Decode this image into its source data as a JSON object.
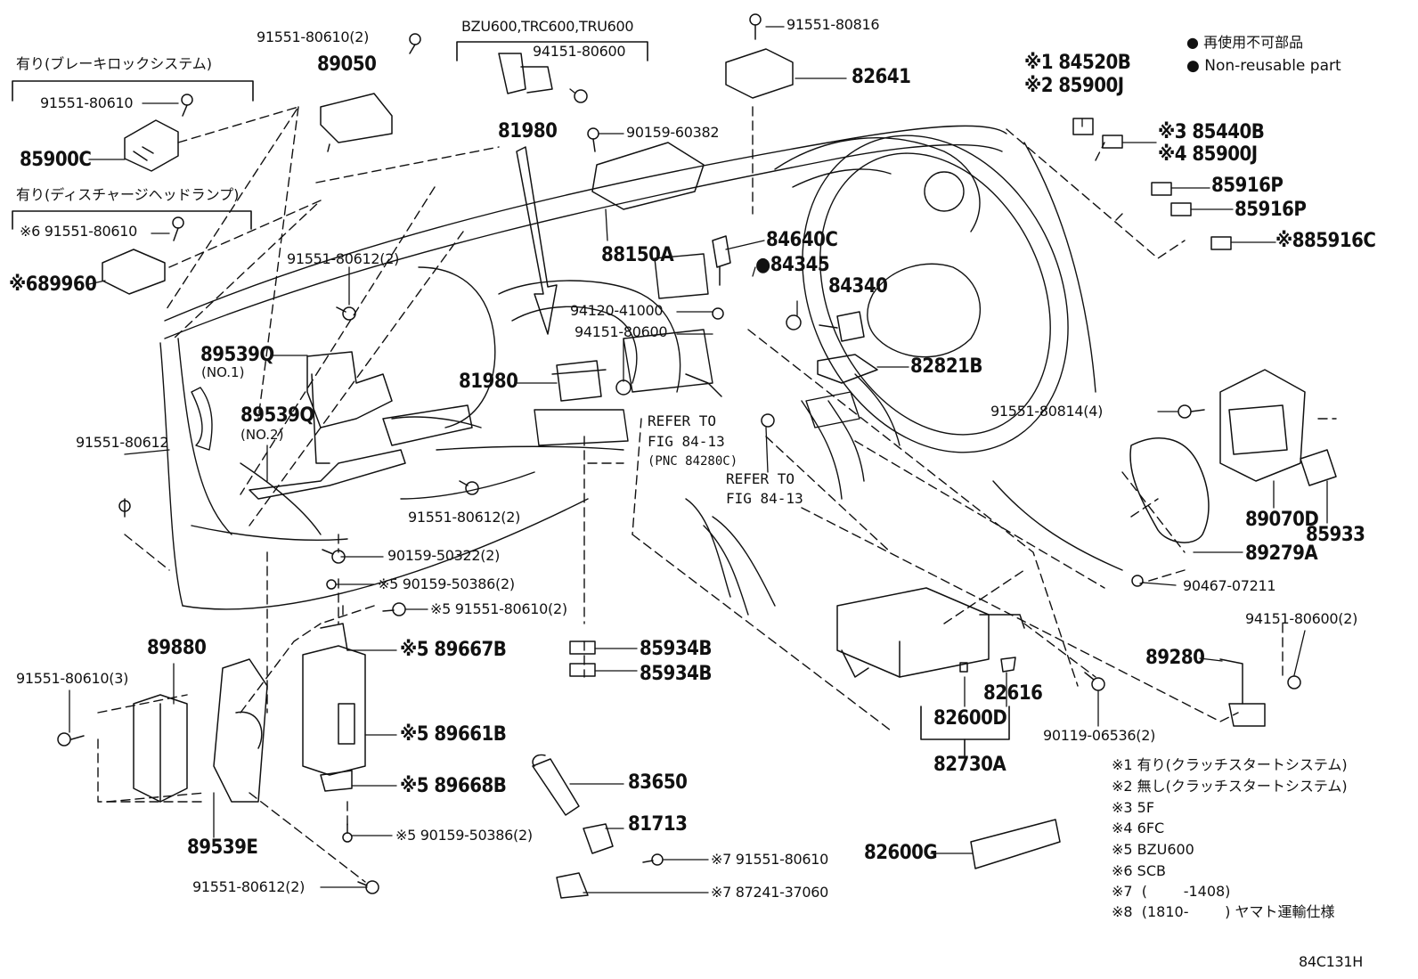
{
  "legend": {
    "bullet": "●",
    "line1": "再使用不可部品",
    "line2": "Non-reusable part"
  },
  "groups": {
    "brake_lock": "有り(ブレーキロックシステム)",
    "discharge": "有り(ディスチャージヘッドランプ)",
    "bzu": "BZU600,TRC600,TRU600"
  },
  "refs": {
    "ref1_l1": "REFER TO",
    "ref1_l2": "FIG 84-13",
    "ref1_l3": "(PNC 84280C)",
    "ref2_l1": "REFER TO",
    "ref2_l2": "FIG 84-13"
  },
  "parts": {
    "p91551_80610_2_top": "91551-80610(2)",
    "p89050": "89050",
    "p91551_80610_a": "91551-80610",
    "p85900C": "85900C",
    "p6_91551_80610": "※6 91551-80610",
    "p6_89960": "※689960",
    "p94151_80600_a": "94151-80600",
    "p81980_a": "81980",
    "p91551_80816": "91551-80816",
    "p82641": "82641",
    "p90159_60382": "90159-60382",
    "p88150A": "88150A",
    "p91551_80612_2_a": "91551-80612(2)",
    "p89539Q_1": "89539Q",
    "no1": "(NO.1)",
    "p89539Q_2": "89539Q",
    "no2": "(NO.2)",
    "p91551_80612": "91551-80612",
    "p84640C": "84640C",
    "p84345": "●84345",
    "p84340": "84340",
    "p94120_41000": "94120-41000",
    "p94151_80600_b": "94151-80600",
    "p81980_b": "81980",
    "p82821B": "82821B",
    "p91551_80612_2_b": "91551-80612(2)",
    "p90159_50322_2": "90159-50322(2)",
    "p5_90159_50386_a": "※5 90159-50386(2)",
    "p5_91551_80610_2": "※5 91551-80610(2)",
    "p5_89667B": "※5 89667B",
    "p89880": "89880",
    "p91551_80610_3": "91551-80610(3)",
    "p5_89661B": "※5 89661B",
    "p5_89668B": "※5 89668B",
    "p5_90159_50386_b": "※5 90159-50386(2)",
    "p89539E": "89539E",
    "p91551_80612_2_c": "91551-80612(2)",
    "p85934B_a": "85934B",
    "p85934B_b": "85934B",
    "p83650": "83650",
    "p81713": "81713",
    "p7_91551_80610": "※7 91551-80610",
    "p7_87241_37060": "※7 87241-37060",
    "p82600G": "82600G",
    "p82616": "82616",
    "p82600D": "82600D",
    "p82730A": "82730A",
    "p90119_06536_2": "90119-06536(2)",
    "p1_84520B": "※1 84520B",
    "p2_85900J": "※2 85900J",
    "p3_85440B": "※3 85440B",
    "p4_85900J": "※4 85900J",
    "p85916P_a": "85916P",
    "p85916P_b": "85916P",
    "p8_85916C": "※885916C",
    "p91551_80814_4": "91551-80814(4)",
    "p89070D": "89070D",
    "p85933": "85933",
    "p89279A": "89279A",
    "p90467_07211": "90467-07211",
    "p94151_80600_2": "94151-80600(2)",
    "p89280": "89280"
  },
  "notes": [
    "※1  有り(クラッチスタートシステム)",
    "※2  無し(クラッチスタートシステム)",
    "※3  5F",
    "※4  6FC",
    "※5  BZU600",
    "※6  SCB",
    "※7  (        -1408)",
    "※8  (1810-        ) ヤマト運輸仕様"
  ],
  "figure_code": "84C131H"
}
